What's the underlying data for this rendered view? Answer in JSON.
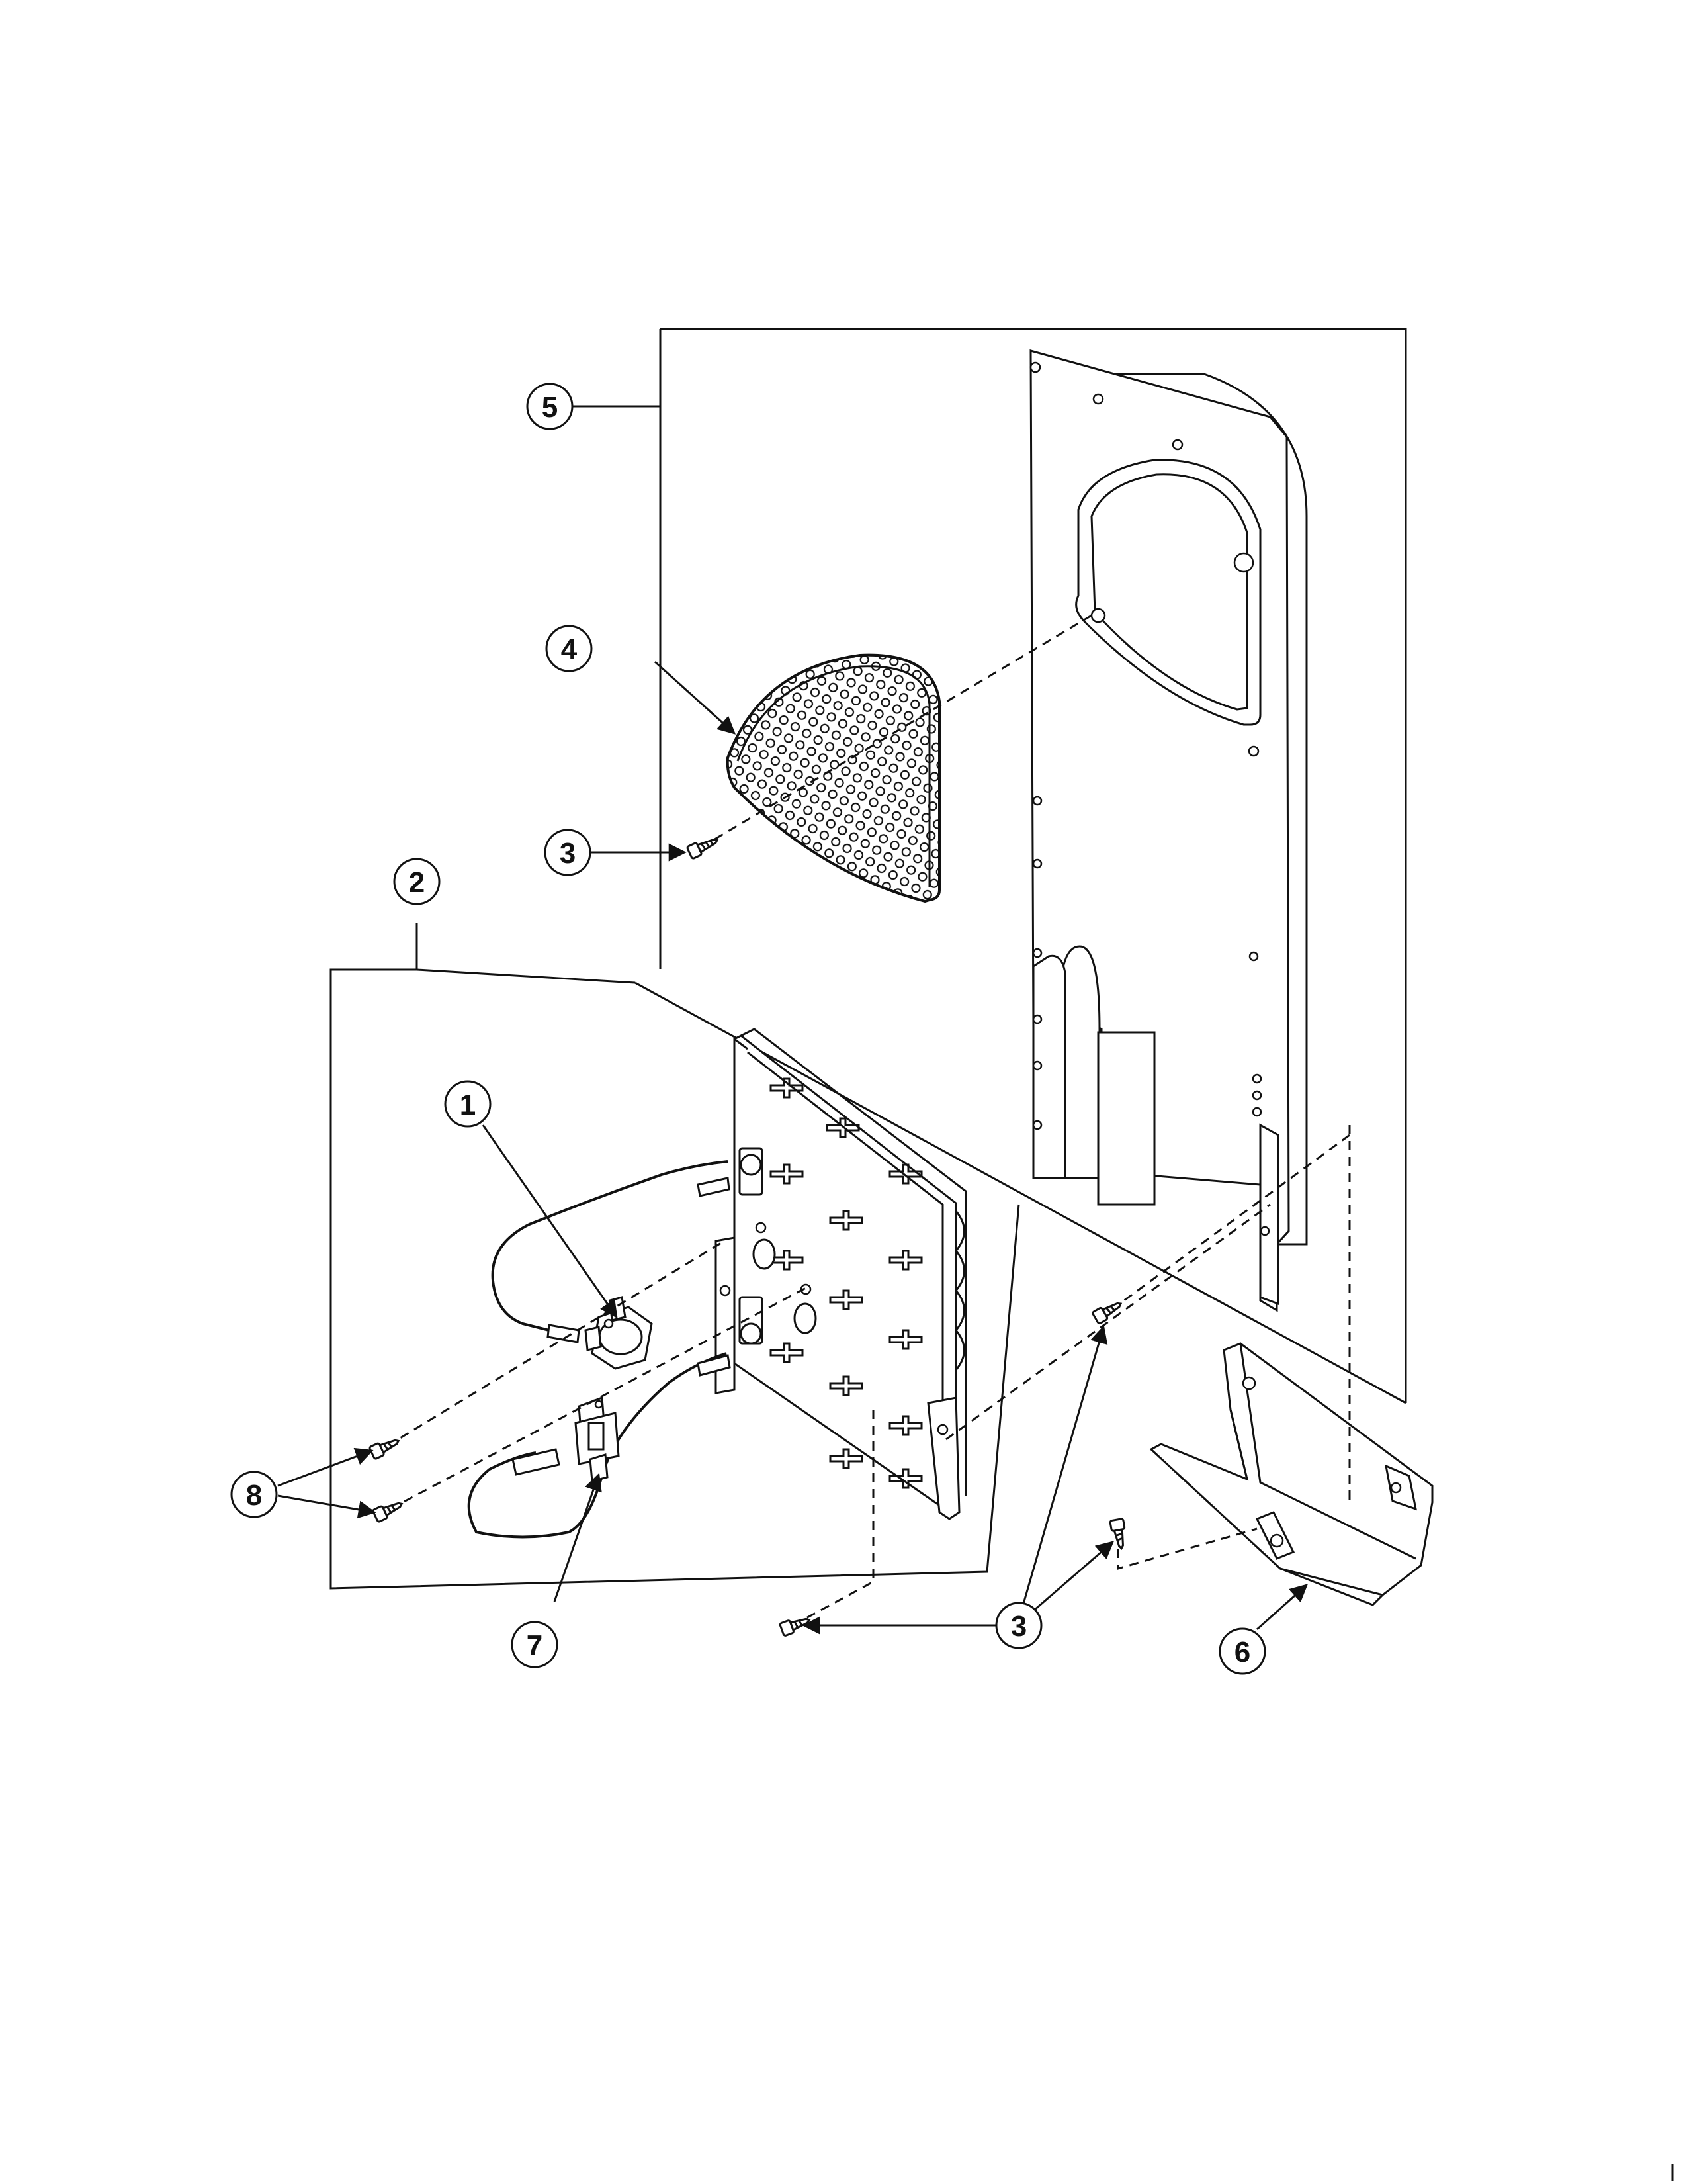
{
  "diagram": {
    "type": "exploded-parts-diagram",
    "callouts": [
      {
        "id": "c1",
        "label": "1"
      },
      {
        "id": "c2",
        "label": "2"
      },
      {
        "id": "c3a",
        "label": "3"
      },
      {
        "id": "c3b",
        "label": "3"
      },
      {
        "id": "c4",
        "label": "4"
      },
      {
        "id": "c5",
        "label": "5"
      },
      {
        "id": "c6",
        "label": "6"
      },
      {
        "id": "c7",
        "label": "7"
      },
      {
        "id": "c8",
        "label": "8"
      }
    ]
  }
}
